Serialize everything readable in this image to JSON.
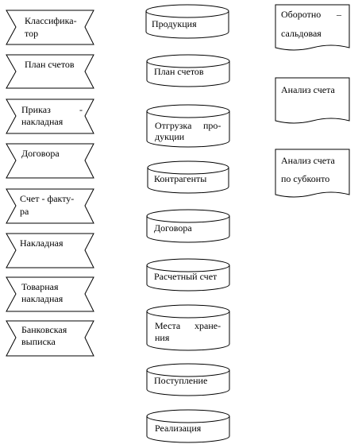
{
  "input_documents": [
    "Классифика-тор",
    "План счетов",
    "Приказ - накладная",
    "Договора",
    "Счет - факту-ра",
    "Накладная",
    "Товарная накладная",
    "Банковская выписка"
  ],
  "databases": [
    "Продукция",
    "План счетов",
    "Отгрузка продукции",
    "Контрагенты",
    "Договора",
    "Расчетный счет",
    "Места хранения",
    "Поступление",
    "Реализация"
  ],
  "reports": [
    "Оборотно – сальдовая",
    "Анализ счета",
    "Анализ счета по субконто"
  ],
  "labels": {
    "doc1_line1": "Классифика-",
    "doc1_line2": "тор",
    "doc2": "План счетов",
    "doc3_line1": "Приказ",
    "doc3_dash": "-",
    "doc3_line2": "накладная",
    "doc4": "Договора",
    "doc5_line1": "Счет - факту-",
    "doc5_line2": "ра",
    "doc6": "Накладная",
    "doc7_line1": "Товарная",
    "doc7_line2": "накладная",
    "doc8_line1": "Банковская",
    "doc8_line2": "выписка",
    "db1": "Продукция",
    "db2": "План счетов",
    "db3_w1": "Отгрузка",
    "db3_w2": "про-",
    "db3_line2": "дукции",
    "db4": "Контрагенты",
    "db5": "Договора",
    "db6": "Расчетный счет",
    "db7_w1": "Места",
    "db7_w2": "хране-",
    "db7_line2": "ния",
    "db8": "Поступление",
    "db9": "Реализация",
    "rep1_w1": "Оборотно",
    "rep1_w2": "–",
    "rep1_line2": "сальдовая",
    "rep2": "Анализ счета",
    "rep3_line1": "Анализ счета",
    "rep3_line2": "по субконто"
  }
}
